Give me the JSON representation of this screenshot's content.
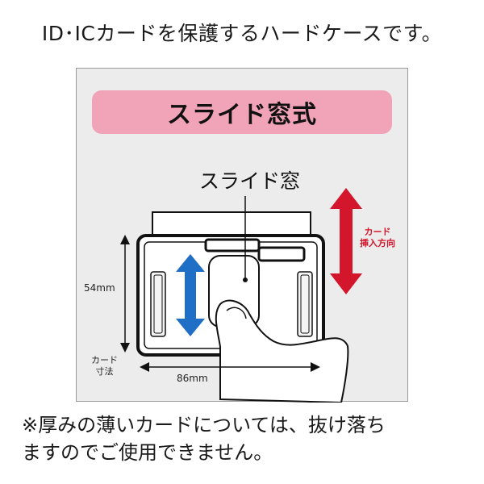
{
  "headline": "ID･ICカードを保護するハードケースです。",
  "banner_title": "スライド窓式",
  "diagram": {
    "window_label": "スライド窓",
    "dimension_height": "54mm",
    "dimension_width": "86mm",
    "card_size_label_line1": "カード",
    "card_size_label_line2": "寸法",
    "insert_direction_line1": "カード",
    "insert_direction_line2": "挿入方向"
  },
  "note_line1": "※厚みの薄いカードについては、抜け落ち",
  "note_line2": "ますのでご使用できません。",
  "colors": {
    "banner_pink": "#f1a3b7",
    "arrow_blue": "#1f6fc7",
    "arrow_red": "#d3162b",
    "panel_gray": "#ececec"
  }
}
